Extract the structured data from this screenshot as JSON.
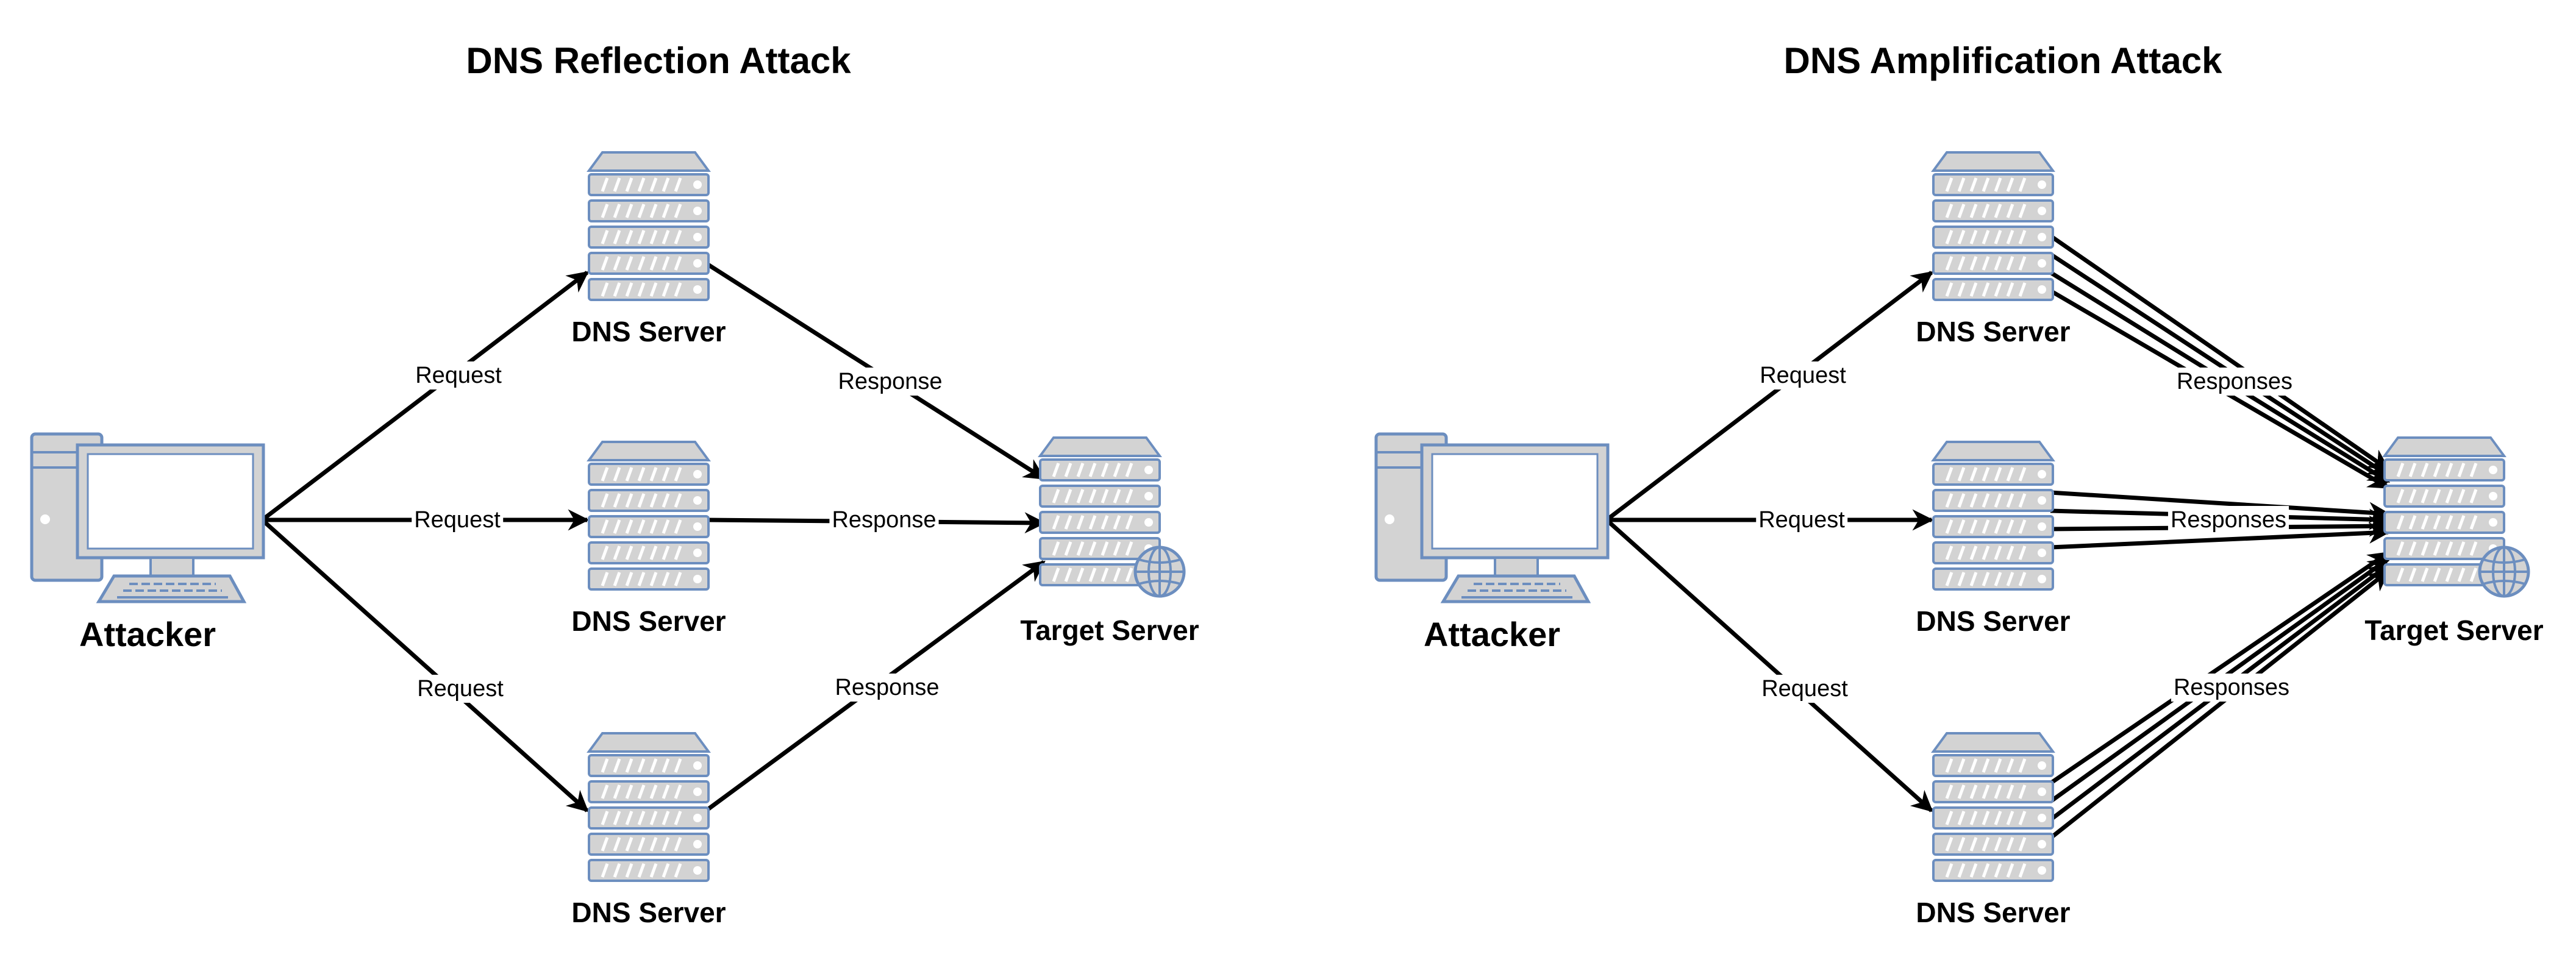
{
  "colors": {
    "device_fill": "#d3d3d3",
    "device_stroke": "#6c8ebf",
    "screen_fill": "#ffffff",
    "line": "#000000",
    "background": "#ffffff"
  },
  "panels": [
    {
      "title": "DNS Reflection Attack",
      "attacker_label": "Attacker",
      "dns_labels": [
        "DNS Server",
        "DNS Server",
        "DNS Server"
      ],
      "target_label": "Target Server",
      "request_labels": [
        "Request",
        "Request",
        "Request"
      ],
      "response_labels": [
        "Response",
        "Response",
        "Response"
      ],
      "responses_per_server": 1
    },
    {
      "title": "DNS Amplification Attack",
      "attacker_label": "Attacker",
      "dns_labels": [
        "DNS Server",
        "DNS Server",
        "DNS Server"
      ],
      "target_label": "Target Server",
      "request_labels": [
        "Request",
        "Request",
        "Request"
      ],
      "response_labels": [
        "Responses",
        "Responses",
        "Responses"
      ],
      "responses_per_server": 4
    }
  ],
  "icons": {
    "attacker": "desktop-computer-icon",
    "dns_server": "server-rack-icon",
    "target_server": "web-server-globe-icon"
  }
}
